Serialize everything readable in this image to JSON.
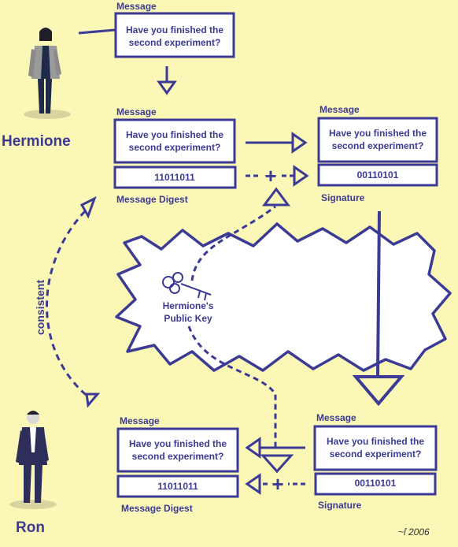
{
  "diagram": {
    "top_message": {
      "label": "Message",
      "line1": "Have you finished the",
      "line2": "second experiment?"
    },
    "hermione_name": "Hermione",
    "mid_message": {
      "label": "Message",
      "line1": "Have you finished the",
      "line2": "second experiment?"
    },
    "mid_digest": {
      "value": "11011011",
      "label": "Message Digest"
    },
    "right_message": {
      "label": "Message",
      "line1": "Have you finished the",
      "line2": "second experiment?"
    },
    "right_signature": {
      "value": "00110101",
      "label": "Signature"
    },
    "key_label_line1": "Hermione's",
    "key_label_line2": "Public Key",
    "consistent_label": "consistent",
    "ron_name": "Ron",
    "ron_message": {
      "label": "Message",
      "line1": "Have you finished the",
      "line2": "second experiment?"
    },
    "ron_digest": {
      "value": "11011011",
      "label": "Message Digest"
    },
    "ron_signed_message": {
      "label": "Message",
      "line1": "Have you finished the",
      "line2": "second experiment?"
    },
    "ron_signature": {
      "value": "00110101",
      "label": "Signature"
    },
    "plus_symbol": "+",
    "signature_scribble": "~ſ 2006"
  },
  "colors": {
    "background": "#fbf7b6",
    "ink": "#3b3a95",
    "box_fill": "#ffffff",
    "figure_dark": "#2d2f5a",
    "figure_grey": "#9a9a9a"
  },
  "icons": [
    "key-icon",
    "hermione-figure",
    "ron-figure",
    "plus-icon",
    "arrow-icon"
  ]
}
